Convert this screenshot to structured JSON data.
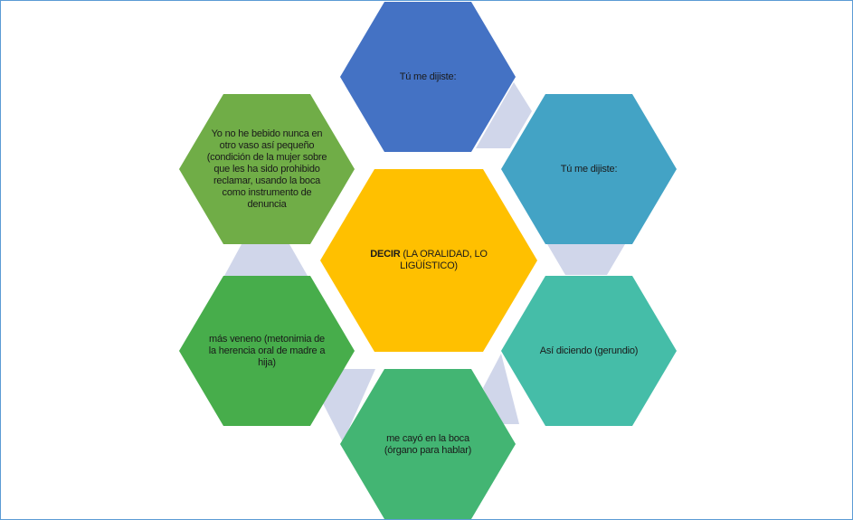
{
  "diagram": {
    "colors": {
      "center": "#ffc000",
      "top": "#4472c4",
      "upper_right": "#43a3c5",
      "lower_right": "#45bda8",
      "bottom": "#43b573",
      "lower_left": "#47ad4b",
      "upper_left": "#70ad47",
      "connector": "#d0d6ea",
      "border": "#5b9bd5"
    },
    "center": {
      "bold": "DECIR",
      "rest": " (LA ORALIDAD, LO LIGÜÍSTICO)"
    },
    "nodes": {
      "top": "Tú me dijiste:",
      "upper_right": "Tú me dijiste:",
      "lower_right": "Así diciendo (gerundio)",
      "bottom": "me cayó en la boca (órgano para hablar)",
      "lower_left": "más veneno (metonimia de la herencia oral de madre a hija)",
      "upper_left": "Yo no he bebido nunca en otro vaso así pequeño (condición de la mujer sobre que les ha sido prohibido reclamar, usando la boca como instrumento de denuncia"
    }
  }
}
